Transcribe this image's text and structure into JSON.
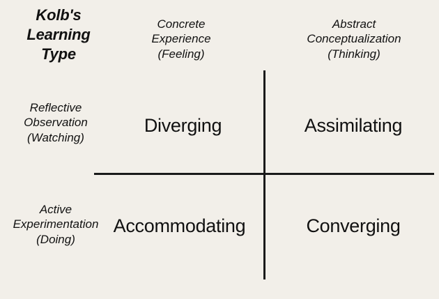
{
  "diagram": {
    "title": "Kolb's\nLearning\nType",
    "background_color": "#F2EFE9",
    "line_color": "#1A1A1A",
    "text_color": "#111111",
    "column_headers": [
      {
        "id": "concrete-experience",
        "text": "Concrete\nExperience\n(Feeling)"
      },
      {
        "id": "abstract-conceptualization",
        "text": "Abstract\nConceptualization\n(Thinking)"
      }
    ],
    "row_headers": [
      {
        "id": "reflective-observation",
        "text": "Reflective\nObservation\n(Watching)"
      },
      {
        "id": "active-experimentation",
        "text": "Active\nExperimentation\n(Doing)"
      }
    ],
    "quadrants": [
      {
        "id": "diverging",
        "label": "Diverging",
        "row": "reflective-observation",
        "column": "concrete-experience"
      },
      {
        "id": "assimilating",
        "label": "Assimilating",
        "row": "reflective-observation",
        "column": "abstract-conceptualization"
      },
      {
        "id": "accommodating",
        "label": "Accommodating",
        "row": "active-experimentation",
        "column": "concrete-experience"
      },
      {
        "id": "converging",
        "label": "Converging",
        "row": "active-experimentation",
        "column": "abstract-conceptualization"
      }
    ]
  }
}
